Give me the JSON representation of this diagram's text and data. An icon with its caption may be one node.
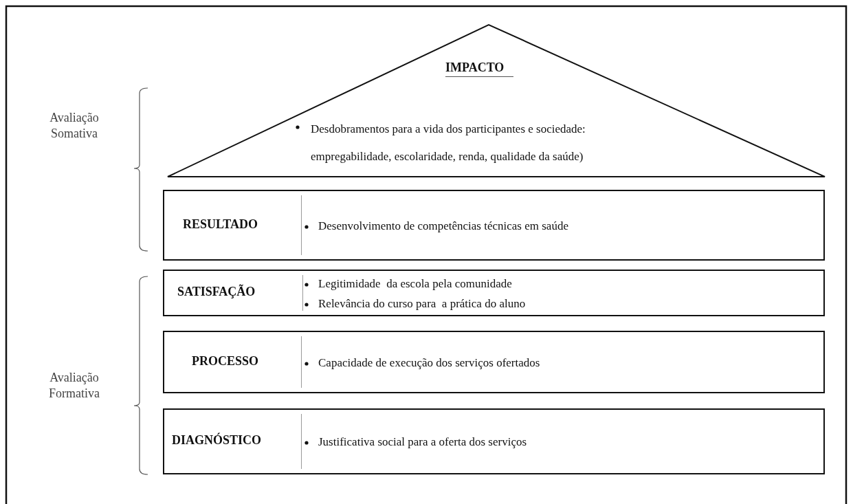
{
  "diagram": {
    "nodes": [
      {
        "text": [
          "IMPACTO",
          "Desdobramentos para a vida dos participantes e sociedade: empregabilidade, escolaridade, renda, qualidade da saúde)"
        ]
      },
      {
        "text": [
          "RESULTADO",
          "Desenvolvimento de competências técnicas em saúde"
        ]
      },
      {
        "text": [
          "SATISFAÇÃO",
          "Legitimidade  da escola pela comunidade",
          "Relevância do curso para  a prática do aluno"
        ]
      },
      {
        "text": [
          "PROCESSO",
          "Capacidade de execução dos serviços ofertados"
        ]
      },
      {
        "text": [
          "DIAGNÓSTICO",
          "Justificativa social para a oferta dos serviços"
        ]
      }
    ],
    "labels": [
      "Avaliação Somativa",
      "Avaliação Formativa"
    ]
  }
}
